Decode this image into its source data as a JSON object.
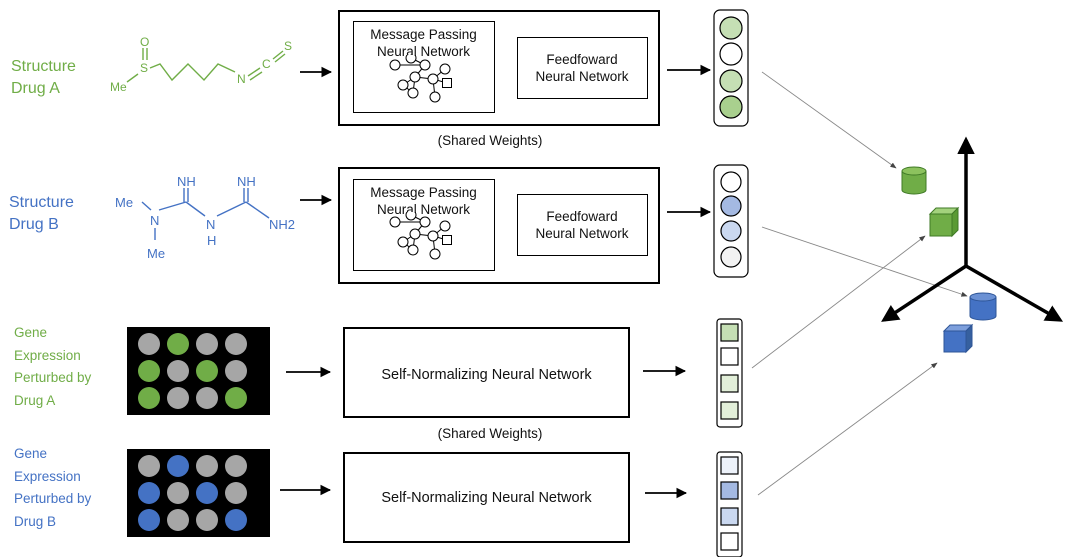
{
  "labels": {
    "drug_a": [
      "Structure",
      "Drug A"
    ],
    "drug_b": [
      "Structure",
      "Drug B"
    ],
    "gene_a": [
      "Gene",
      "Expression",
      "Perturbed by",
      "Drug A"
    ],
    "gene_b": [
      "Gene",
      "Expression",
      "Perturbed by",
      "Drug B"
    ]
  },
  "molecule_a": {
    "atoms": [
      "O",
      "S",
      "Me",
      "N",
      "C",
      "S"
    ]
  },
  "molecule_b": {
    "atoms": [
      "NH",
      "NH",
      "Me",
      "N",
      "N",
      "H",
      "NH2",
      "Me"
    ]
  },
  "networks": {
    "mpnn_label": [
      "Message Passing",
      "Neural Network"
    ],
    "ffnn_label": [
      "Feedfoward",
      "Neural Network"
    ],
    "snn_label": "Self-Normalizing Neural Network",
    "shared_weights": "(Shared Weights)"
  },
  "colors": {
    "green": "#70ad47",
    "blue": "#4472c4",
    "light_green": "#c5dfb4",
    "light_green_border": "#8fbc6c",
    "light_blue": "#b4c7e7",
    "panel_gray": "#a6a6a6",
    "panel_bg": "#000000"
  },
  "icons": {
    "embedding": "vector-icon",
    "graph": "graph-icon",
    "well_plate": "well-plate-icon",
    "axes": "3d-axes-icon",
    "cylinder": "cylinder-icon",
    "cube": "cube-icon"
  }
}
